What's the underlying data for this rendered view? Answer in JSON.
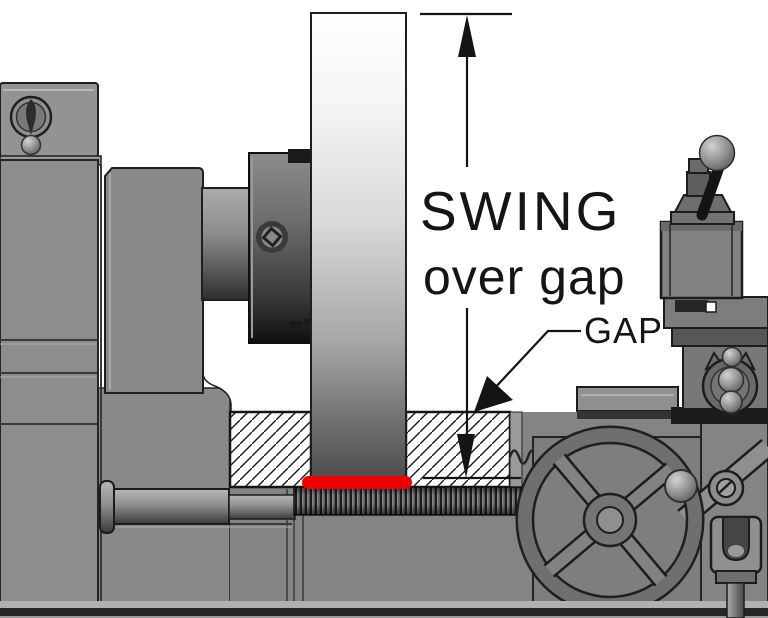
{
  "diagram": {
    "description": "Technical illustration of a metal lathe showing the swing-over-gap dimension",
    "labels": {
      "swing_line1": "SWING",
      "swing_line2": "over gap",
      "gap": "GAP"
    },
    "colors": {
      "highlight_red": "#ec0000",
      "dimension_line": "#141414",
      "machine_gray": "#8a8a8a",
      "hatch_background": "#ffffff",
      "background": "#ffffff"
    }
  }
}
